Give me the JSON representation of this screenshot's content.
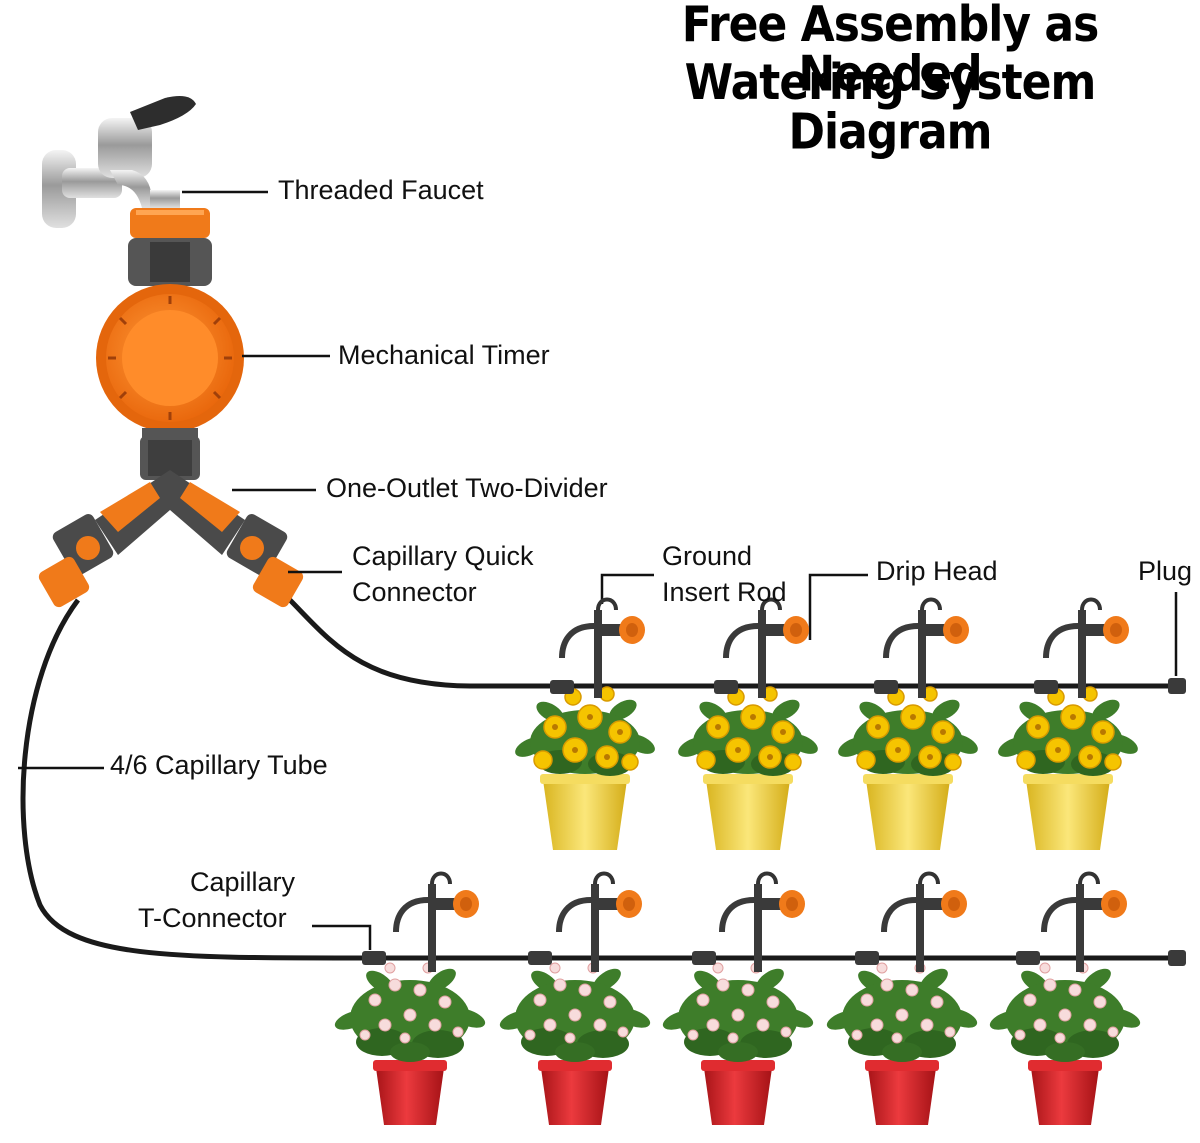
{
  "title": {
    "line1": "Free Assembly as Needed",
    "line2": "Watering System Diagram"
  },
  "labels": {
    "threaded_faucet": "Threaded Faucet",
    "mechanical_timer": "Mechanical Timer",
    "divider": "One-Outlet Two-Divider",
    "quick_connector_1": "Capillary Quick",
    "quick_connector_2": "Connector",
    "ground_rod_1": "Ground",
    "ground_rod_2": "Insert Rod",
    "drip_head": "Drip Head",
    "plug": "Plug",
    "capillary_tube": "4/6 Capillary Tube",
    "t_connector_1": "Capillary",
    "t_connector_2": "T-Connector"
  },
  "colors": {
    "orange": "#f07a1a",
    "dark_grey": "#4a4a4a",
    "tube": "#1a1a1a",
    "yellow_pot": "#f2d84a",
    "red_pot": "#d8262b",
    "leaf_green": "#3e7d2a",
    "yellow_flower": "#f5c400",
    "pink_flower": "#f2c8c8"
  },
  "top_row": {
    "plant_count": 4,
    "flower": "yellow",
    "pot": "yellow"
  },
  "bottom_row": {
    "plant_count": 5,
    "flower": "pink",
    "pot": "red"
  },
  "icons": [
    "faucet-icon",
    "timer-icon",
    "divider-icon",
    "drip-stake-icon",
    "potted-plant-icon"
  ]
}
